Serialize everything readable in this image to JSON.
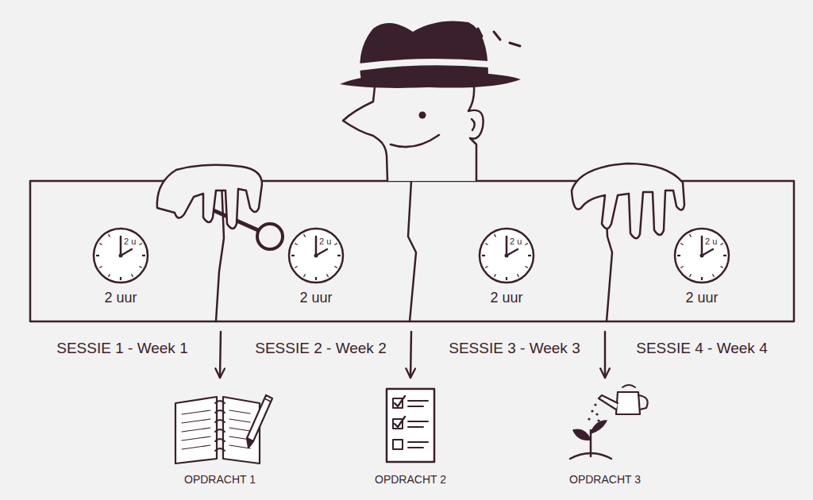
{
  "diagram": {
    "nodes": [
      {
        "text": [
          "2 uur",
          "SESSIE 1 - Week 1"
        ]
      },
      {
        "text": [
          "2 u"
        ],
        "in": 0
      },
      {
        "text": [
          "2 uur",
          "SESSIE 2 - Week 2"
        ]
      },
      {
        "text": [
          "2 u"
        ],
        "in": 2
      },
      {
        "text": [
          "2 uur",
          "SESSIE 3 - Week 3"
        ]
      },
      {
        "text": [
          "2 u"
        ],
        "in": 4
      },
      {
        "text": [
          "2 uur",
          "SESSIE 4 - Week 4"
        ]
      },
      {
        "text": [
          "2 u"
        ],
        "in": 6
      },
      {
        "text": [
          "OPDRACHT 1"
        ]
      },
      {
        "text": [
          "OPDRACHT 2"
        ]
      },
      {
        "text": [
          "OPDRACHT 3"
        ]
      }
    ],
    "edges": [
      {
        "from": 0,
        "to": 8,
        "arrow": "to"
      },
      {
        "from": 2,
        "to": 9,
        "arrow": "to"
      },
      {
        "from": 4,
        "to": 10,
        "arrow": "to"
      }
    ]
  }
}
